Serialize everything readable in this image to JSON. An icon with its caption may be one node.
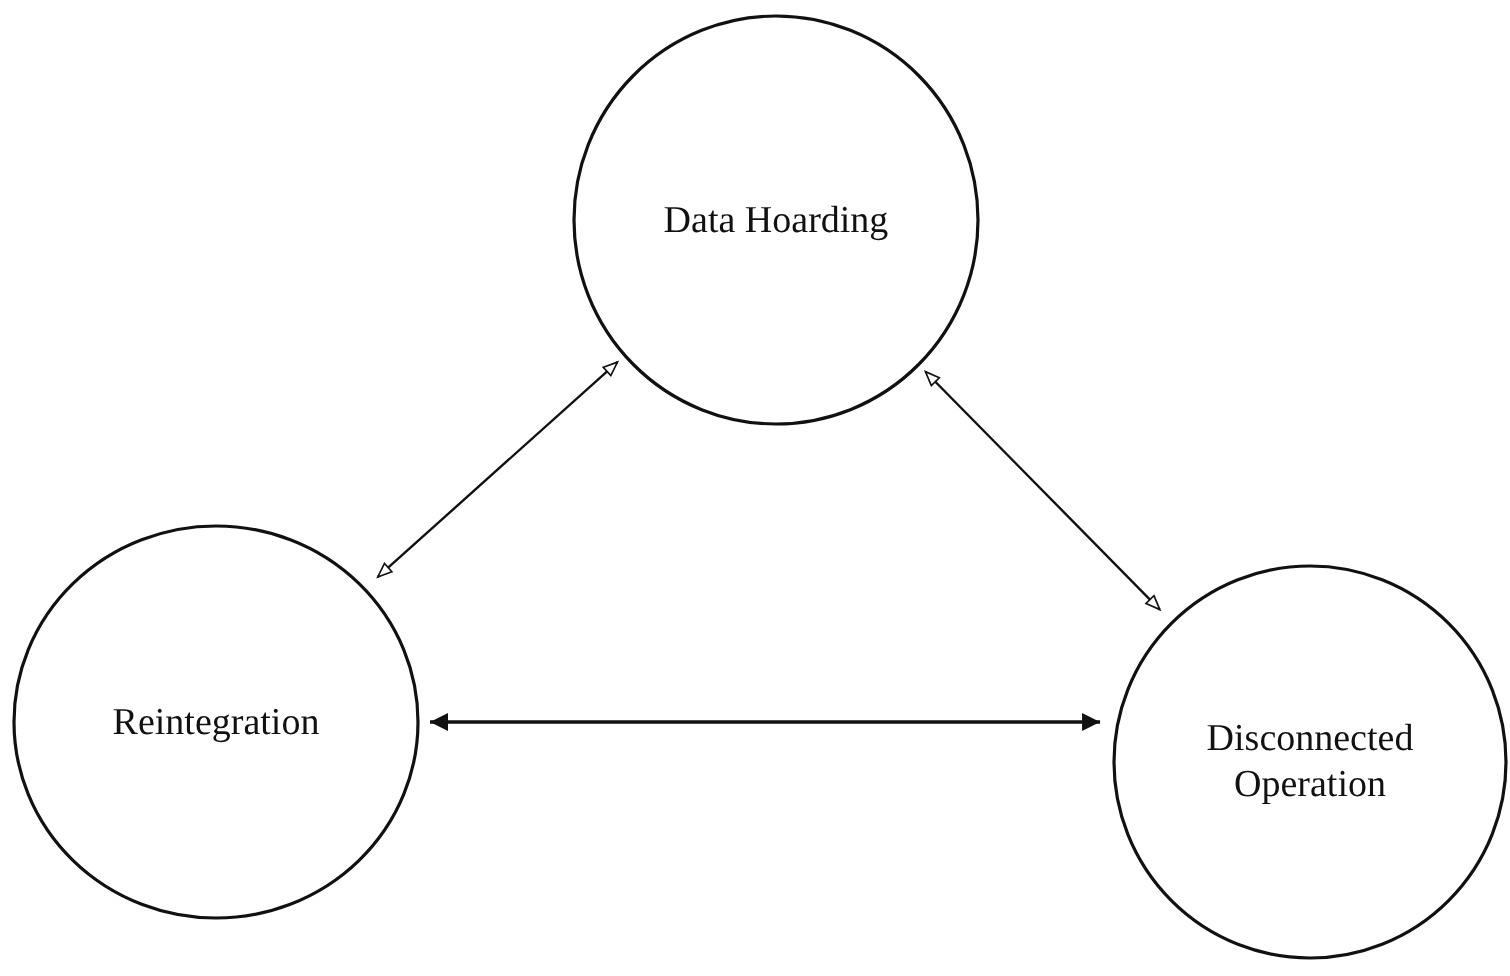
{
  "diagram": {
    "nodes": [
      {
        "text": [
          "Data Hoarding"
        ]
      },
      {
        "text": [
          "Reintegration"
        ]
      },
      {
        "text": [
          "Disconnected Operation"
        ]
      }
    ],
    "edges": [
      {
        "from": 0,
        "to": 1,
        "arrow": "both"
      },
      {
        "from": 0,
        "to": 2,
        "arrow": "both"
      },
      {
        "from": 1,
        "to": 2,
        "arrow": "both"
      }
    ]
  }
}
